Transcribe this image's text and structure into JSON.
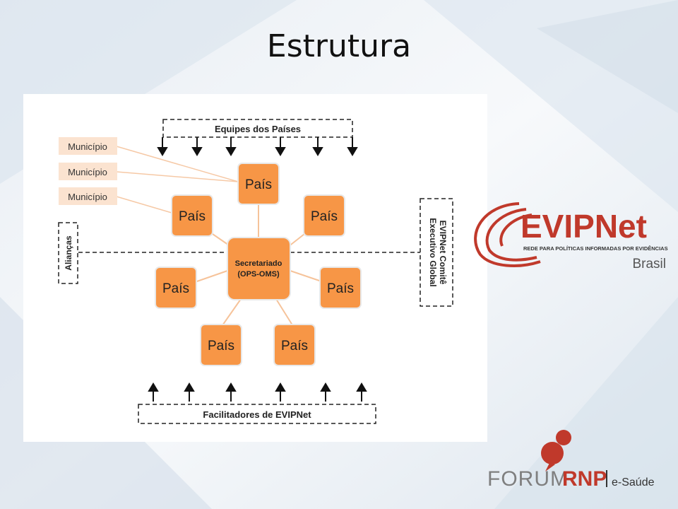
{
  "title": "Estrutura",
  "diagram": {
    "center": {
      "line1": "Secretariado",
      "line2": "(OPS-OMS)"
    },
    "countries": [
      "País",
      "País",
      "País",
      "País",
      "País",
      "País",
      "País"
    ],
    "municipalities": [
      "Município",
      "Município",
      "Município"
    ],
    "top_group": "Equipes dos Países",
    "bottom_group": "Facilitadores de EVIPNet",
    "left_group": "Alianças",
    "right_group_line1": "EVIPNet Comitê",
    "right_group_line2": "Executivo Global"
  },
  "logo_evipnet": {
    "name": "EVIPNet",
    "tagline": "REDE PARA POLÍTICAS INFORMADAS POR EVIDÊNCIAS",
    "country": "Brasil"
  },
  "logo_forum": {
    "forum": "FORUM",
    "rnp": "RNP",
    "sub": "e-Saúde"
  },
  "colors": {
    "node_fill": "#f79646",
    "node_stroke": "#e0e0e0",
    "muni_fill": "#fbe3d0",
    "evip_red": "#c0392b",
    "evip_gray": "#7f7f7f"
  }
}
